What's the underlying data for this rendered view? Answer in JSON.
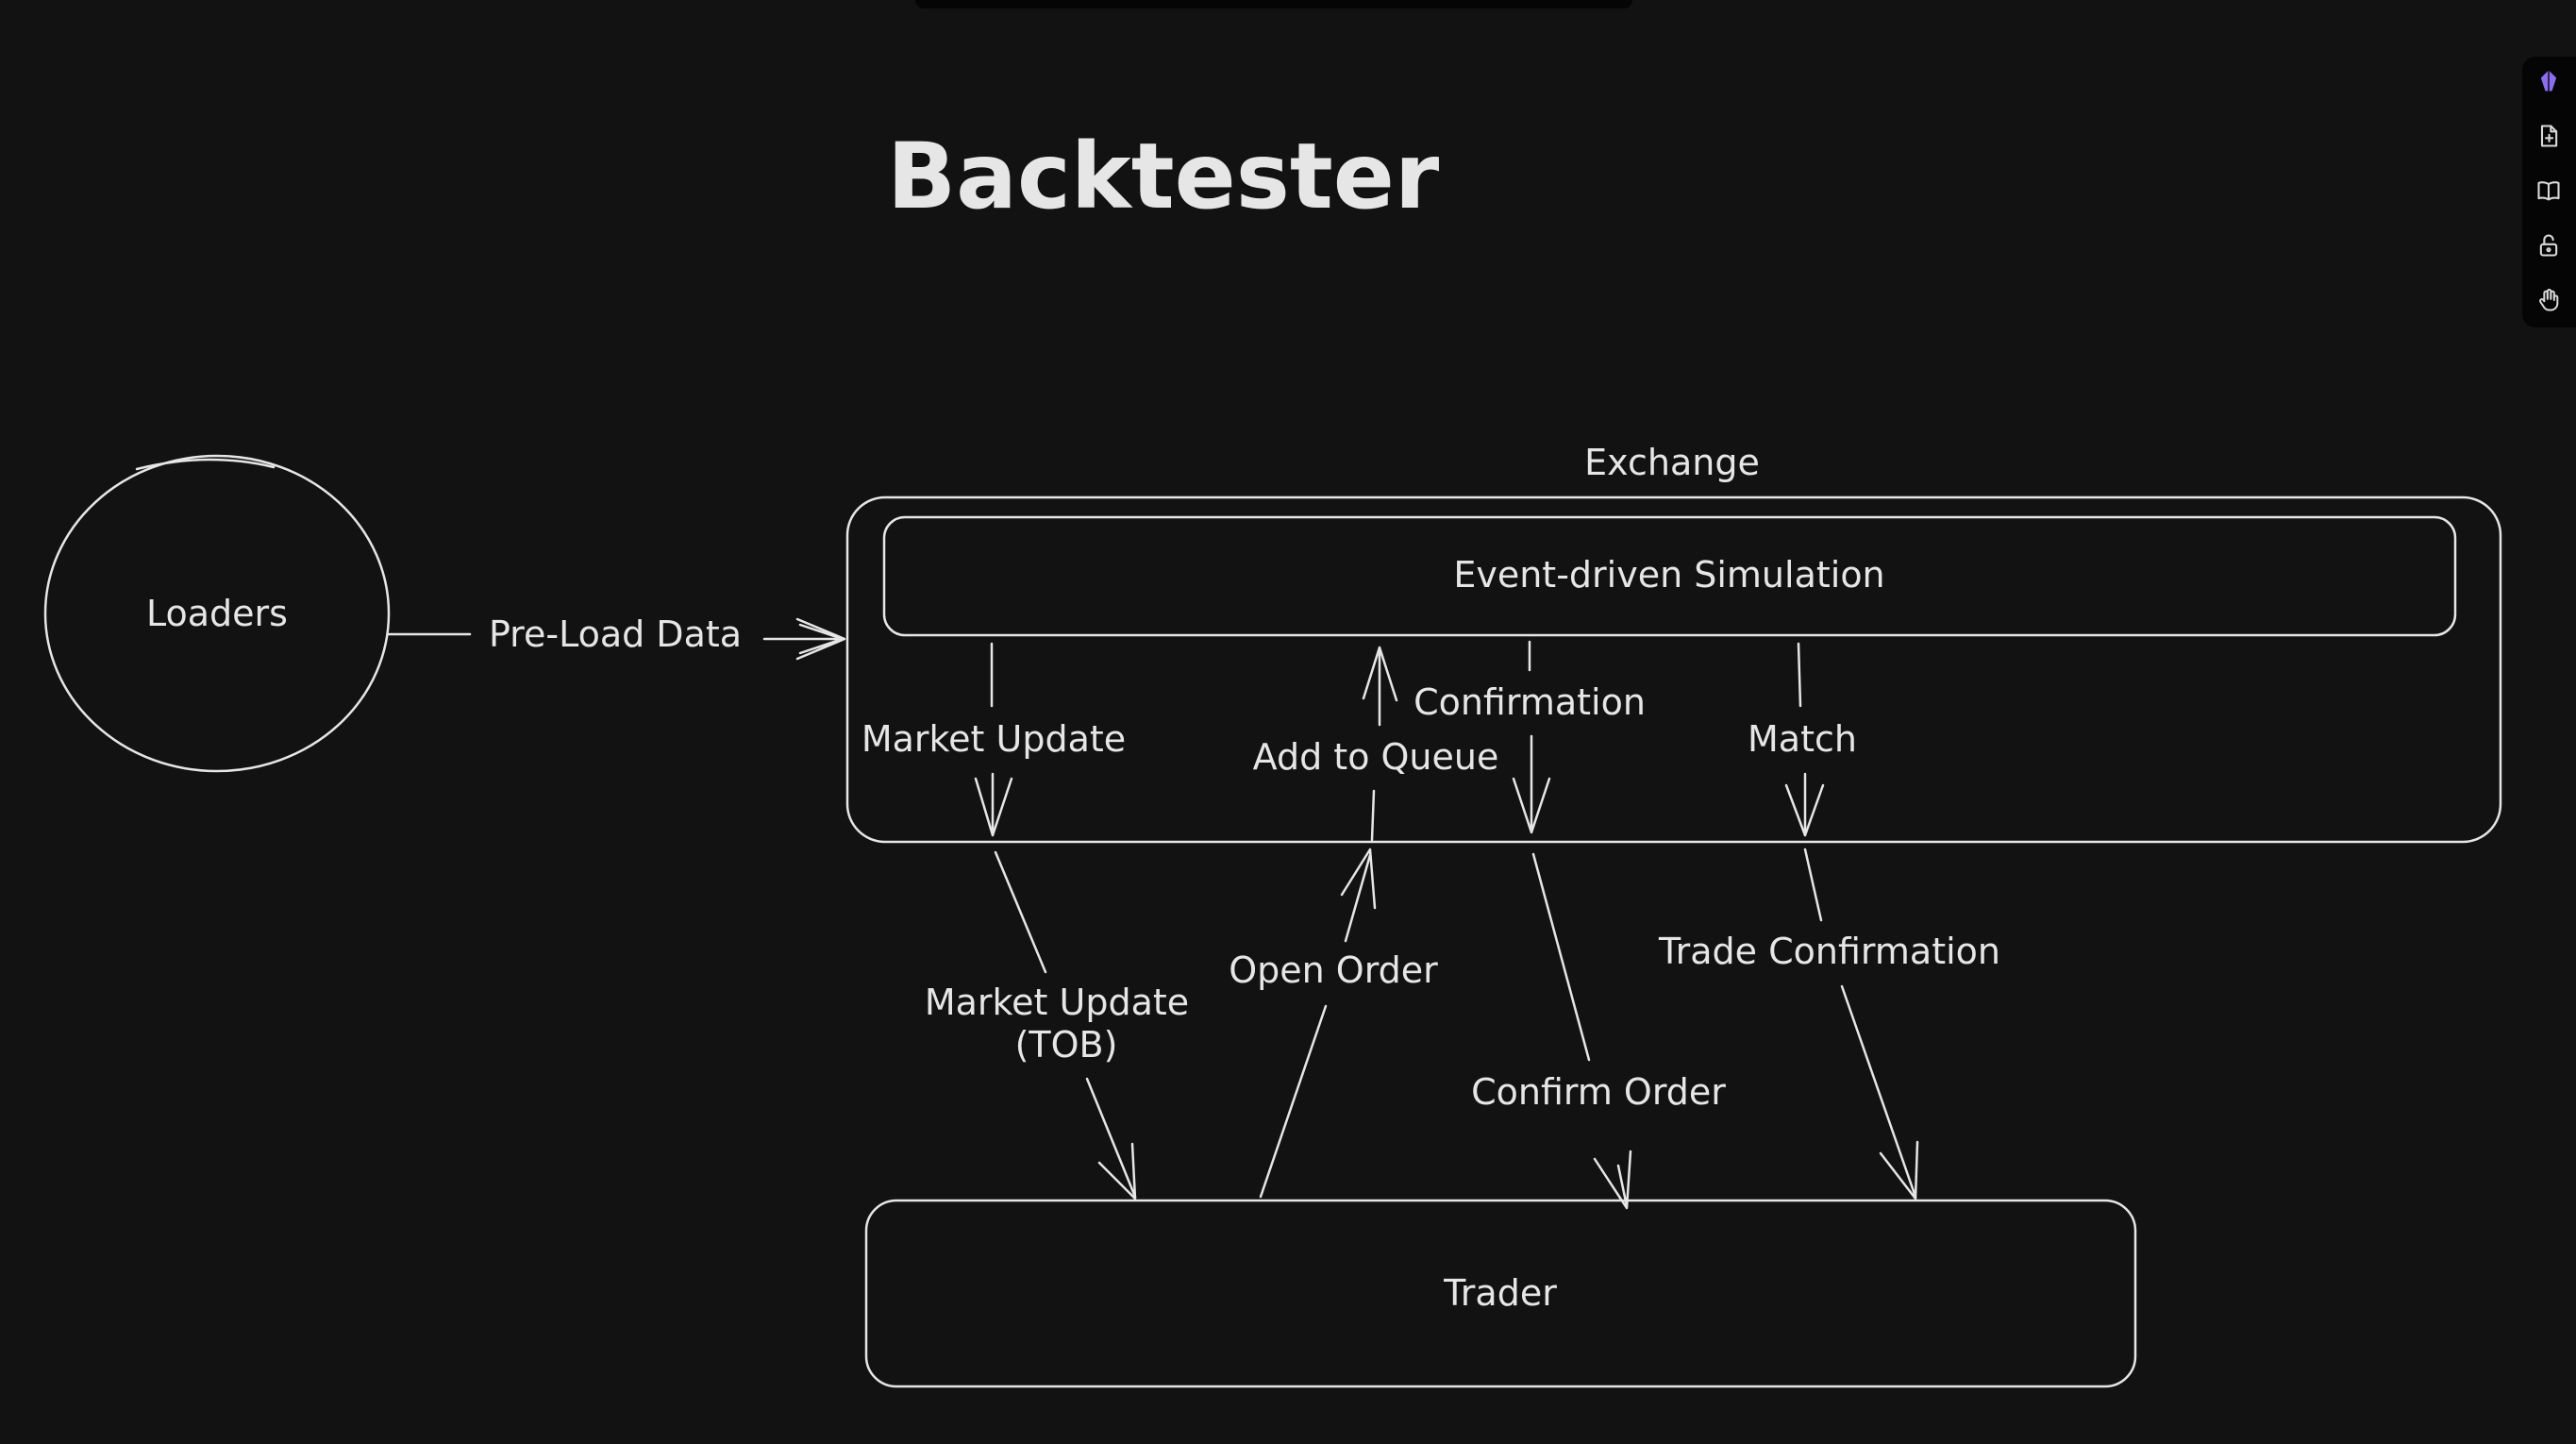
{
  "canvas": {
    "title": "Backtester",
    "nodes": {
      "loaders": "Loaders",
      "exchange_label": "Exchange",
      "simulation": "Event-driven Simulation",
      "trader": "Trader"
    },
    "edges": {
      "preload": "Pre-Load Data",
      "market_update_inner": "Market Update",
      "add_to_queue": "Add to Queue",
      "confirmation": "Confirmation",
      "match": "Match",
      "market_update_tob_1": "Market Update",
      "market_update_tob_2": "(TOB)",
      "open_order": "Open Order",
      "confirm_order": "Confirm Order",
      "trade_confirmation": "Trade Confirmation"
    }
  },
  "colors": {
    "background": "#121212",
    "stroke": "#e6e6e6",
    "toolbar_bg": "#050505",
    "accent": "#8b6df0"
  },
  "toolbar": {
    "icons": [
      "brand-logo-icon",
      "file-plus-icon",
      "book-icon",
      "lock-open-icon",
      "hand-icon"
    ]
  }
}
